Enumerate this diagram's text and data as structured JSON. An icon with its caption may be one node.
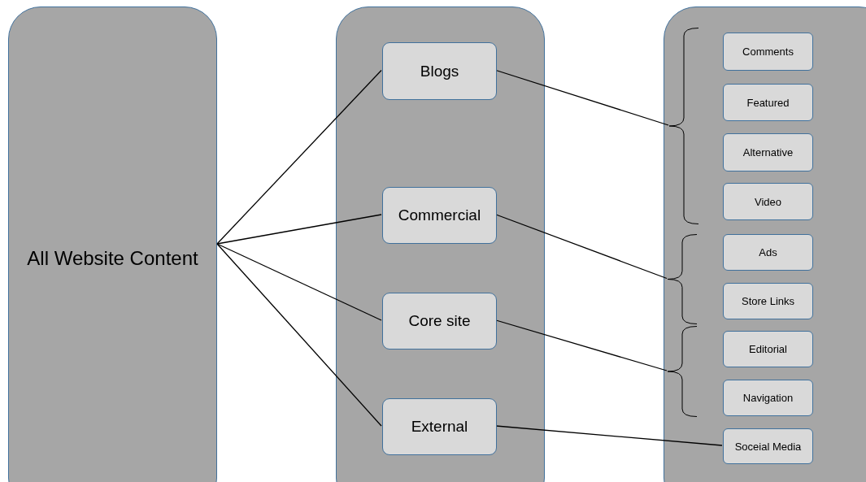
{
  "diagram": {
    "nodes": [
      {
        "text": [
          "All Website Content"
        ]
      },
      {
        "text": [],
        "shape": "box"
      },
      {
        "text": [
          "Blogs"
        ],
        "in": 1
      },
      {
        "text": [
          "Commercial"
        ],
        "in": 1
      },
      {
        "text": [
          "Core site"
        ],
        "in": 1
      },
      {
        "text": [
          "External"
        ],
        "in": 1
      },
      {
        "text": [],
        "shape": "box"
      },
      {
        "text": [
          "Comments"
        ],
        "in": 6
      },
      {
        "text": [
          "Featured"
        ],
        "in": 6
      },
      {
        "text": [
          "Alternative"
        ],
        "in": 6
      },
      {
        "text": [
          "Video"
        ],
        "in": 6
      },
      {
        "text": [
          "Ads"
        ],
        "in": 6
      },
      {
        "text": [
          "Store Links"
        ],
        "in": 6
      },
      {
        "text": [
          "Editorial"
        ],
        "in": 6
      },
      {
        "text": [
          "Navigation"
        ],
        "in": 6
      },
      {
        "text": [
          "Soceial Media"
        ],
        "in": 6
      },
      {
        "text": [],
        "shape": "brace",
        "in": 6
      },
      {
        "text": [],
        "shape": "brace",
        "in": 6
      },
      {
        "text": [],
        "shape": "brace",
        "in": 6
      }
    ],
    "edges": [
      {
        "from": 0,
        "to": 2,
        "arrow": "none"
      },
      {
        "from": 0,
        "to": 3,
        "arrow": "none"
      },
      {
        "from": 0,
        "to": 4,
        "arrow": "none"
      },
      {
        "from": 0,
        "to": 5,
        "arrow": "none"
      },
      {
        "from": 2,
        "to": 16,
        "arrow": "none"
      },
      {
        "from": 3,
        "to": 17,
        "arrow": "none"
      },
      {
        "from": 4,
        "to": 18,
        "arrow": "none"
      },
      {
        "from": 5,
        "to": 15,
        "arrow": "none"
      }
    ]
  }
}
